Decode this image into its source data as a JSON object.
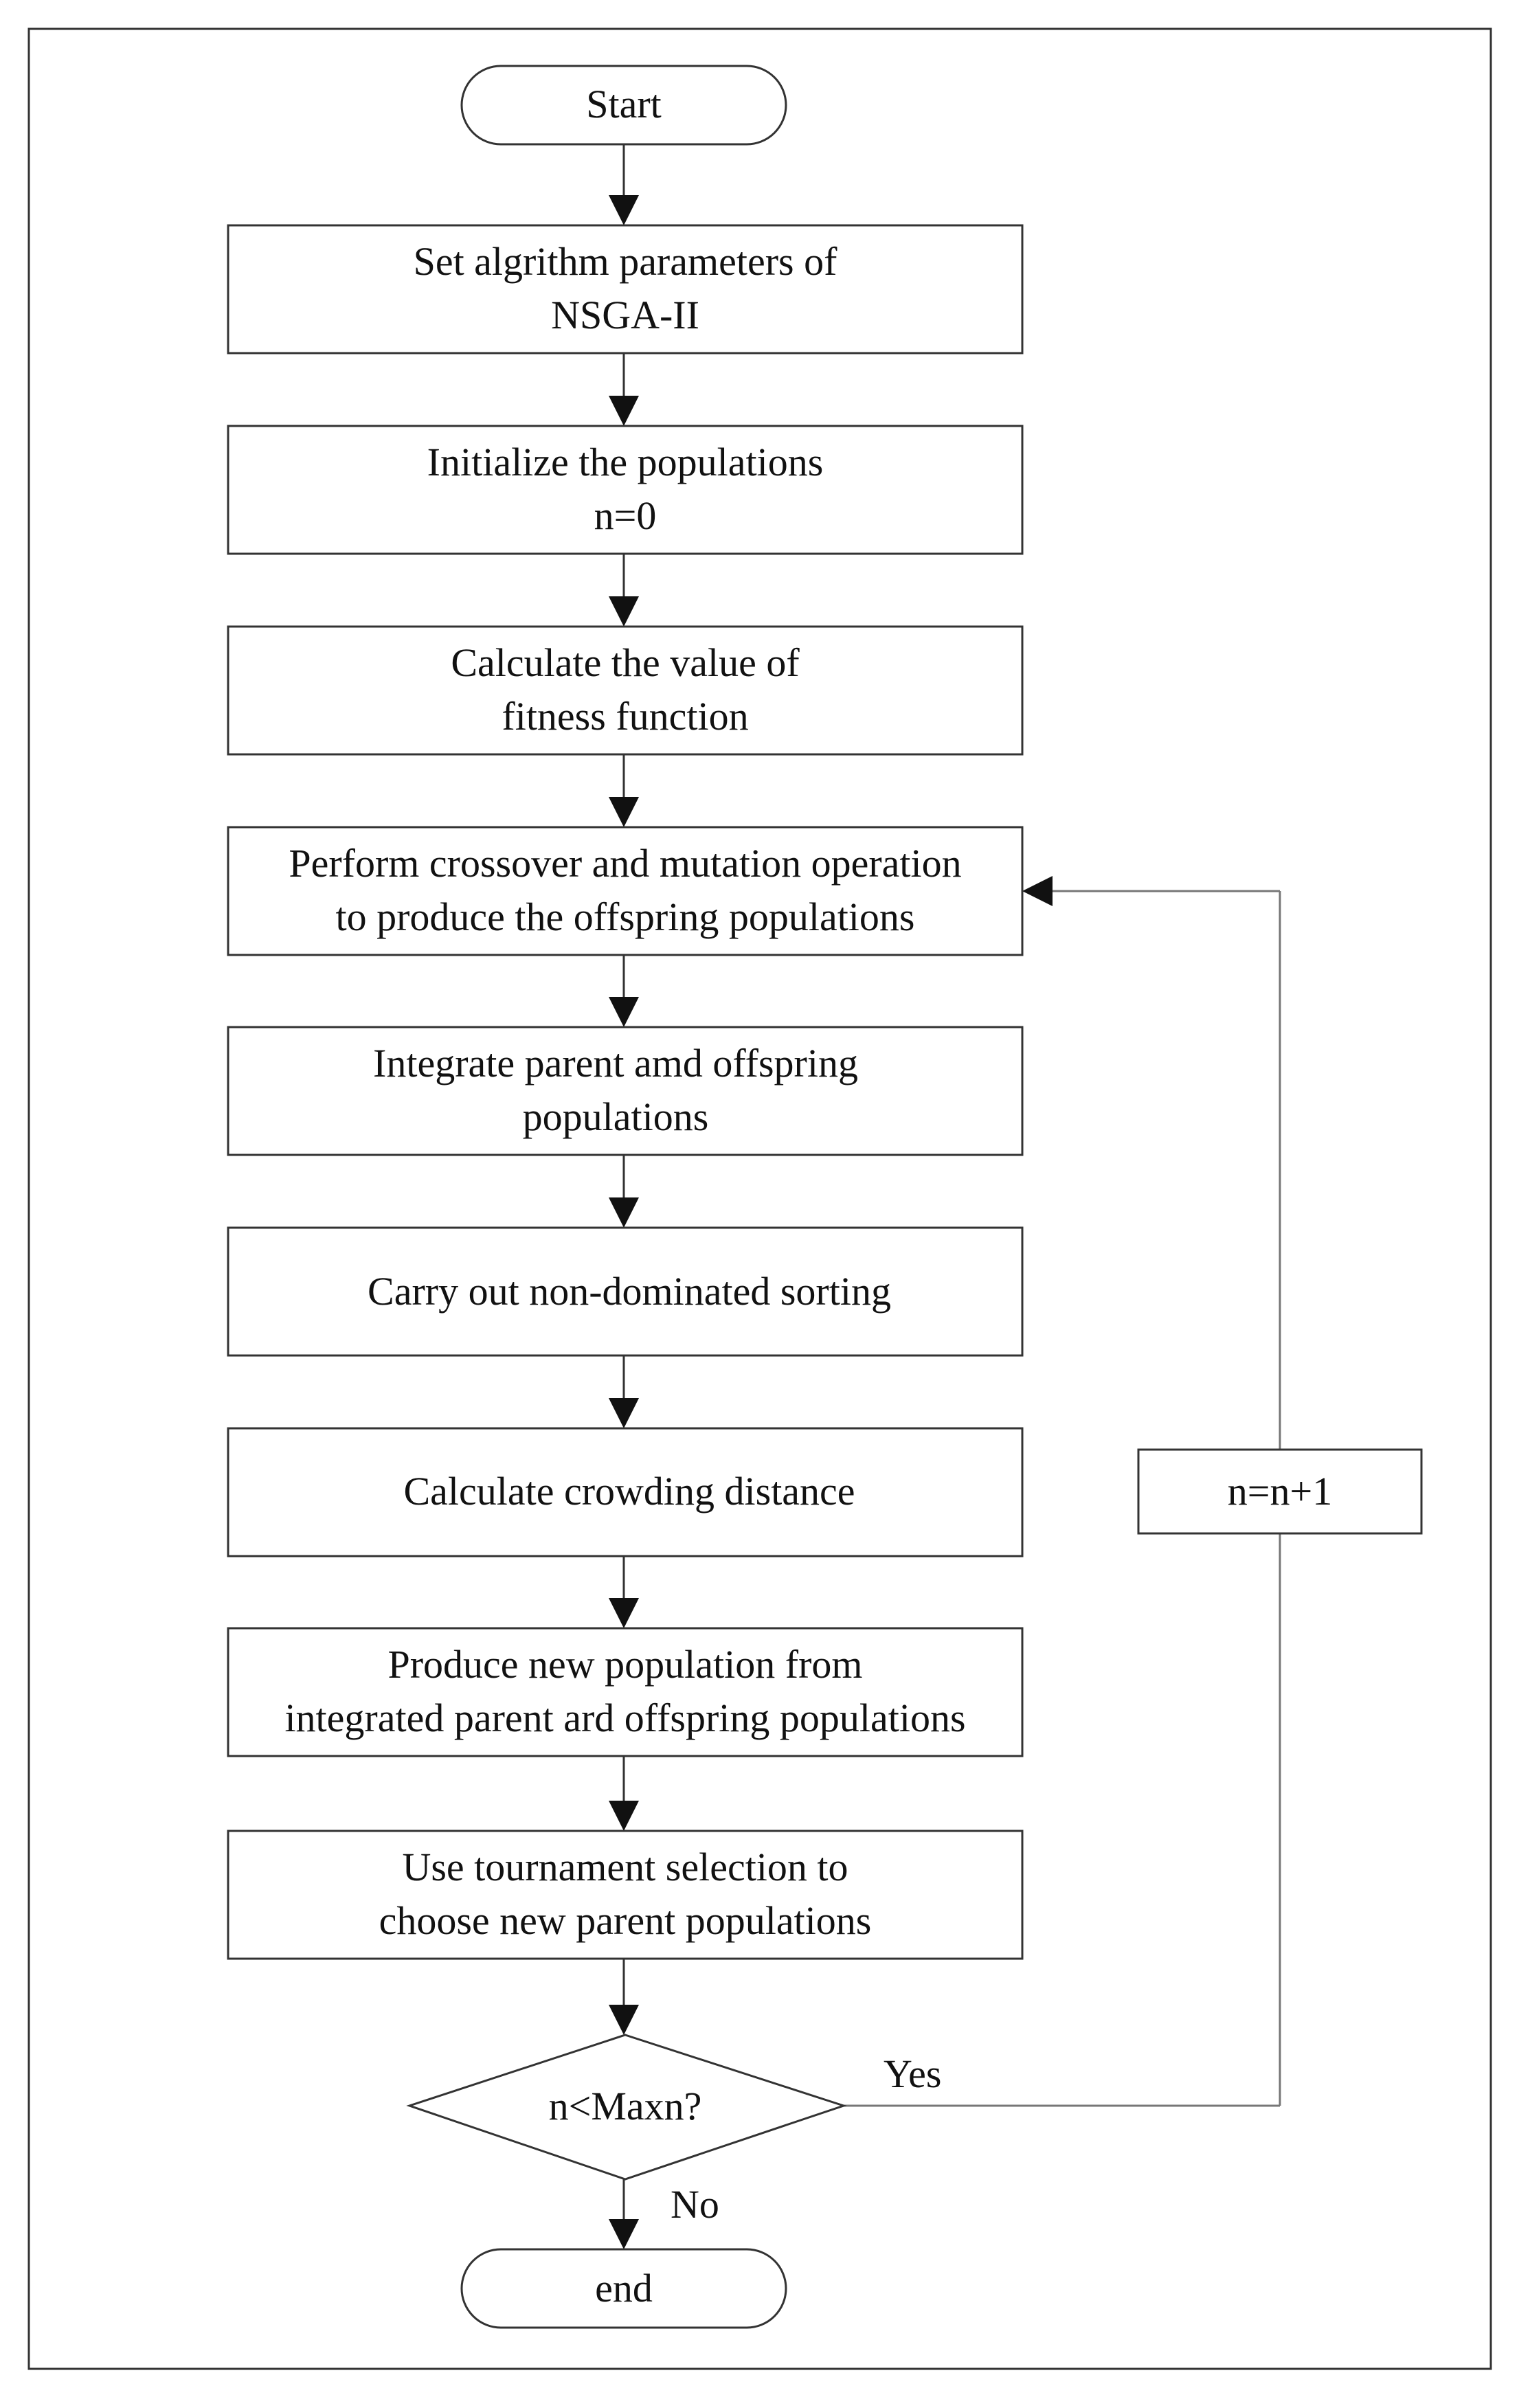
{
  "flowchart": {
    "start": "Start",
    "steps": [
      [
        "Set algrithm parameters of",
        "NSGA-II"
      ],
      [
        "Initialize the populations",
        "n=0"
      ],
      [
        "Calculate the value of",
        "fitness function"
      ],
      [
        "Perform crossover and mutation operation",
        "to produce the offspring populations"
      ],
      [
        "Integrate parent amd offspring",
        "populations"
      ],
      [
        "Carry out non-dominated sorting"
      ],
      [
        "Calculate crowding distance"
      ],
      [
        "Produce new population from",
        "integrated parent ard offspring populations"
      ],
      [
        "Use tournament selection to",
        "choose new parent populations"
      ]
    ],
    "decision": "n<Maxn?",
    "yes_label": "Yes",
    "no_label": "No",
    "increment": "n=n+1",
    "end": "end"
  },
  "colors": {
    "stroke": "#333333",
    "feedback_stroke": "#777777",
    "text": "#111111",
    "background": "#ffffff"
  }
}
